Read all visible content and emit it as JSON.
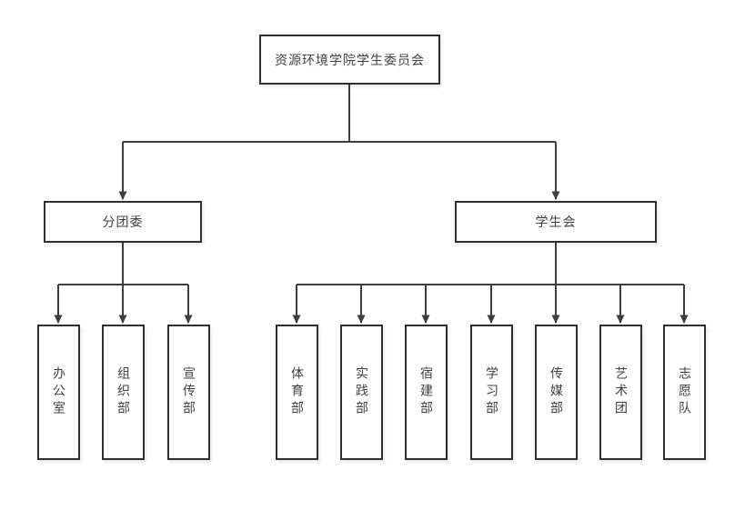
{
  "diagram": {
    "type": "org-chart",
    "root": {
      "label": "资源环境学院学生委员会"
    },
    "branches": [
      {
        "label": "分团委",
        "children": [
          {
            "label": "办公室"
          },
          {
            "label": "组织部"
          },
          {
            "label": "宣传部"
          }
        ]
      },
      {
        "label": "学生会",
        "children": [
          {
            "label": "体育部"
          },
          {
            "label": "实践部"
          },
          {
            "label": "宿建部"
          },
          {
            "label": "学习部"
          },
          {
            "label": "传媒部"
          },
          {
            "label": "艺术团"
          },
          {
            "label": "志愿队"
          }
        ]
      }
    ],
    "colors": {
      "line": "#3d3d3d",
      "border": "#2f2f2f",
      "text": "#404040",
      "background": "#ffffff"
    }
  }
}
